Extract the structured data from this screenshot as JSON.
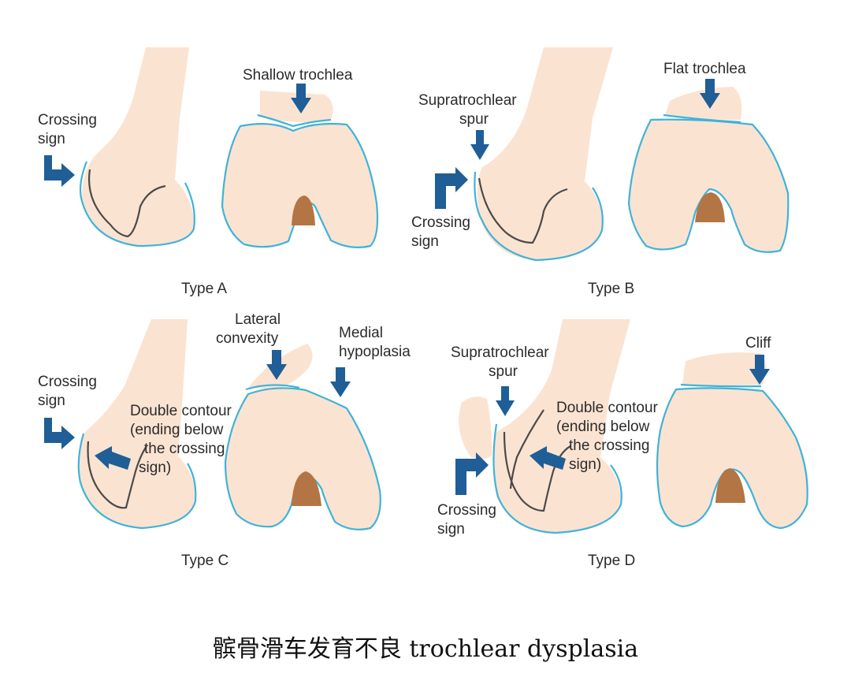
{
  "panels": {
    "a": {
      "type_label": "Type A",
      "crossing_sign": [
        "Crossing",
        "sign"
      ],
      "trochlea_label": "Shallow trochlea"
    },
    "b": {
      "type_label": "Type B",
      "spur": [
        "Supratrochlear",
        "spur"
      ],
      "crossing_sign": [
        "Crossing",
        "sign"
      ],
      "trochlea_label": "Flat trochlea"
    },
    "c": {
      "type_label": "Type C",
      "crossing_sign": [
        "Crossing",
        "sign"
      ],
      "lateral": [
        "Lateral",
        "convexity"
      ],
      "medial": [
        "Medial",
        "hypoplasia"
      ],
      "double_contour": [
        "Double contour",
        "(ending below",
        "the crossing",
        "sign)"
      ]
    },
    "d": {
      "type_label": "Type D",
      "spur": [
        "Supratrochlear",
        "spur"
      ],
      "crossing_sign": [
        "Crossing",
        "sign"
      ],
      "double_contour": [
        "Double contour",
        "(ending below",
        "the crossing",
        "sign)"
      ],
      "cliff": "Cliff"
    }
  },
  "caption": "髌骨滑车发育不良 trochlear dysplasia",
  "colors": {
    "bone": "#fbe3d2",
    "outline": "#3fb3d9",
    "arrow": "#1f5e96",
    "notch": "#b37544"
  }
}
